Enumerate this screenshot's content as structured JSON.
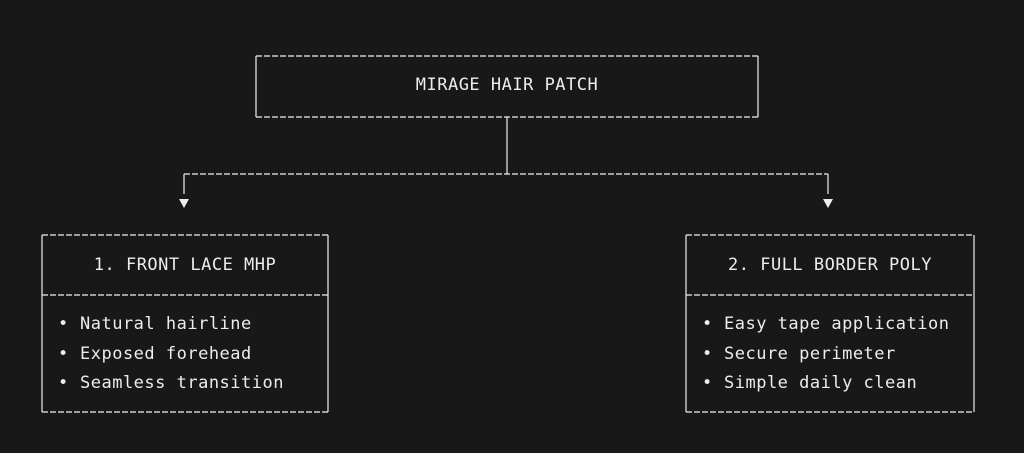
{
  "root": {
    "title": "MIRAGE HAIR PATCH"
  },
  "nodes": [
    {
      "title": "1. FRONT LACE MHP",
      "bullets": [
        "Natural hairline",
        "Exposed forehead",
        "Seamless transition"
      ]
    },
    {
      "title": "2. FULL BORDER POLY",
      "bullets": [
        "Easy tape application",
        "Secure perimeter",
        "Simple daily clean"
      ]
    }
  ],
  "bullet_symbol": "•"
}
